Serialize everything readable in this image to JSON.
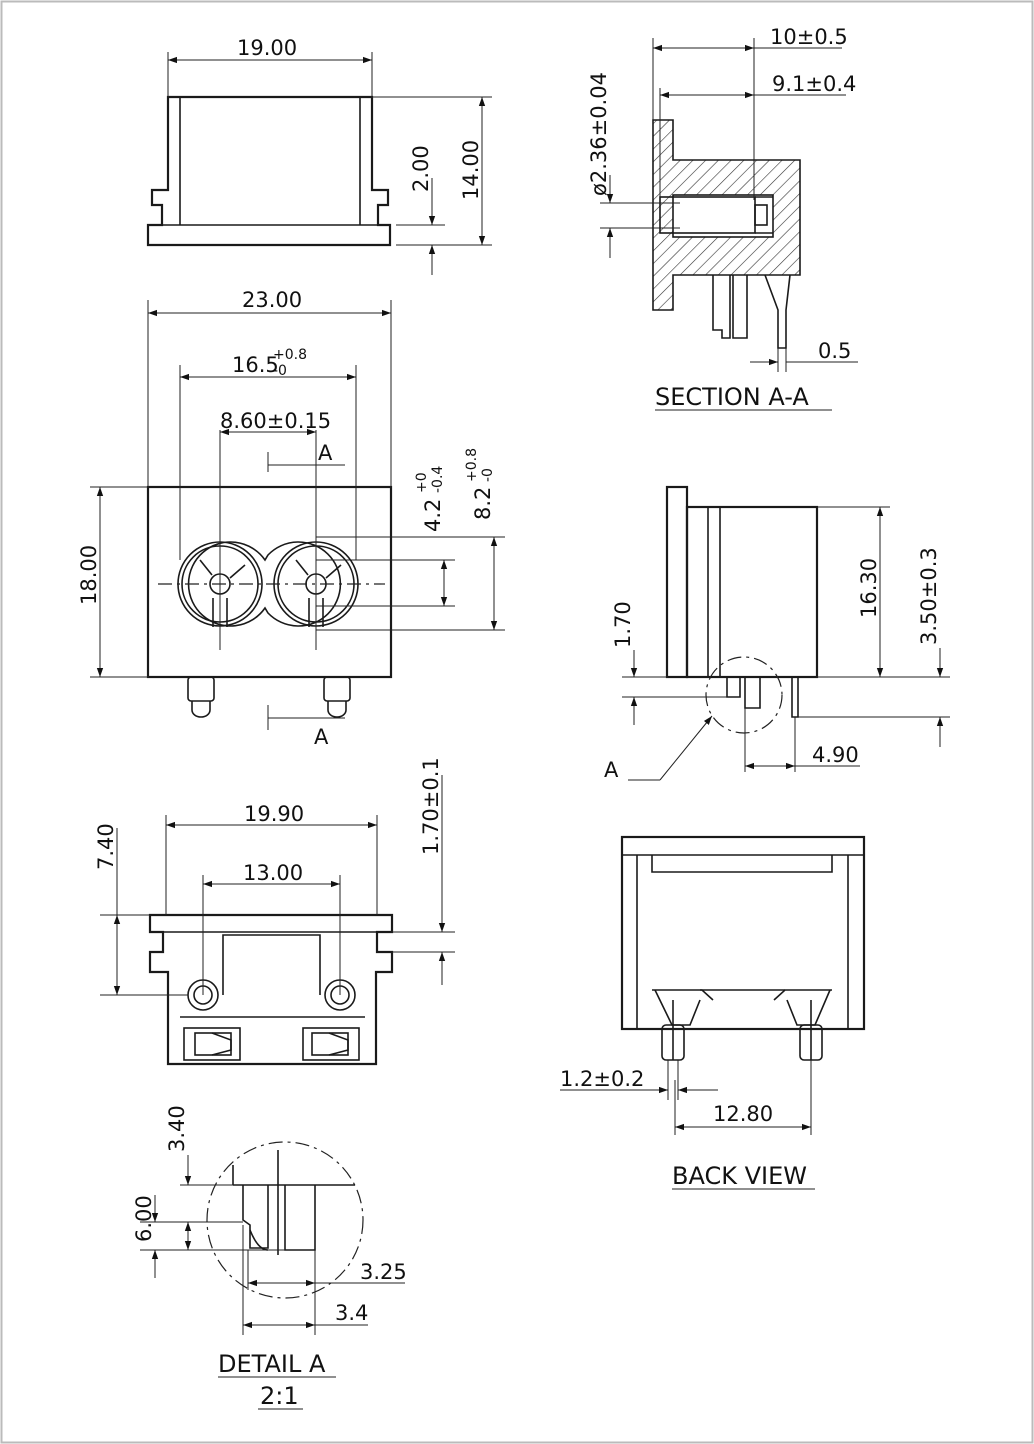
{
  "top_view": {
    "dim_width": "19.00",
    "dim_step": "2.00",
    "dim_height": "14.00"
  },
  "front_view": {
    "dim_width": "23.00",
    "dim_inner": "16.5",
    "dim_inner_tol": "+0.8",
    "dim_inner_tol_low": "-0",
    "dim_pitch": "8.60±0.15",
    "section_mark_top": "A",
    "section_mark_bottom": "A",
    "dim_height": "18.00",
    "dim_slot": "4.2",
    "dim_slot_tol_up": "+0",
    "dim_slot_tol_low": "-0.4",
    "dim_opening": "8.2",
    "dim_opening_tol_up": "+0.8",
    "dim_opening_tol_low": "-0"
  },
  "section_view": {
    "dim_10": "10±0.5",
    "dim_9": "9.1±0.4",
    "dim_pin_dia": "ø2.36±0.04",
    "dim_05": "0.5",
    "title": "SECTION  A-A"
  },
  "side_view": {
    "dim_170": "1.70",
    "dim_1630": "16.30",
    "dim_350": "3.50±0.3",
    "dim_490": "4.90",
    "detail_ref": "A"
  },
  "bottom_view": {
    "dim_1990": "19.90",
    "dim_1300": "13.00",
    "dim_740": "7.40",
    "dim_170": "1.70±0.1"
  },
  "back_view": {
    "dim_12": "1.2±0.2",
    "dim_1280": "12.80",
    "title": "BACK  VIEW"
  },
  "detail_view": {
    "dim_340": "3.40",
    "dim_600": "6.00",
    "dim_325": "3.25",
    "dim_34": "3.4",
    "title": "DETAIL  A",
    "scale": "2:1"
  }
}
